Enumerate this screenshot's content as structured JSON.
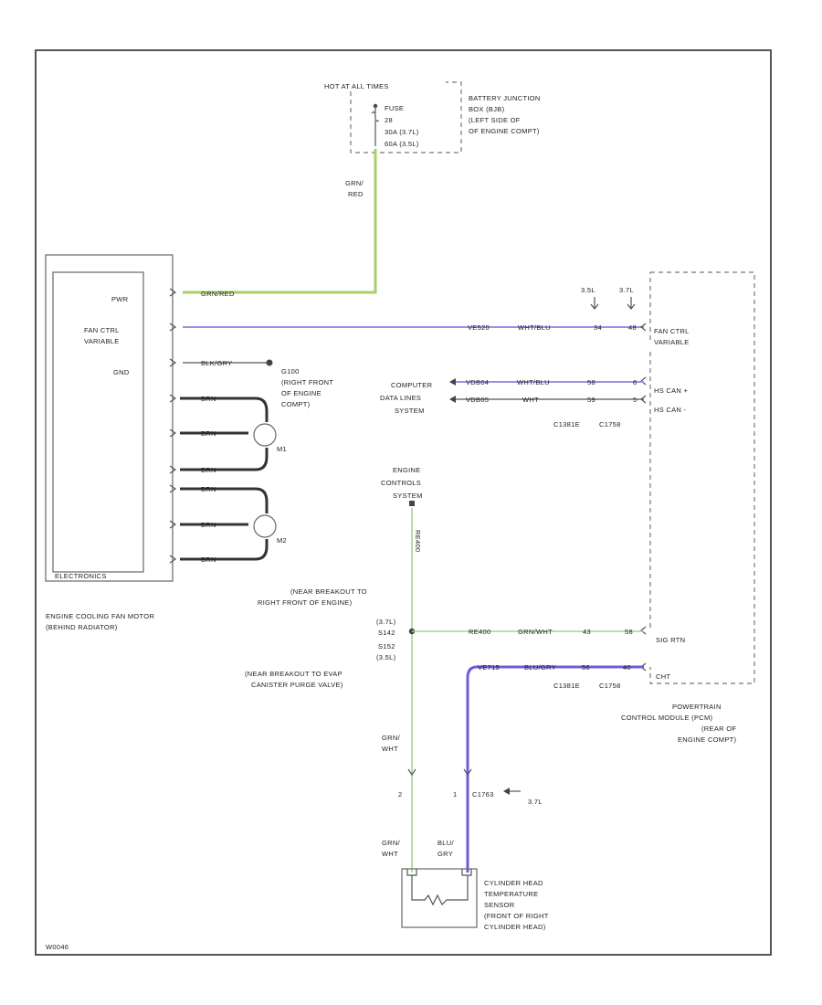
{
  "fuse": {
    "hot_label": "HOT AT ALL TIMES",
    "fuse_line": "FUSE",
    "fuse_no": "28",
    "rating1": "30A  (3.7L)",
    "rating2": "60A  (3.5L)",
    "location": [
      "BATTERY JUNCTION",
      "BOX (BJB)",
      "(LEFT SIDE OF",
      "OF ENGINE COMPT)"
    ]
  },
  "wire_grnred": [
    "GRN/",
    "RED"
  ],
  "fan_motor": {
    "pins": [
      "PWR",
      "FAN CTRL VARIABLE",
      "GND"
    ],
    "pin_fan_ctrl_line1": "FAN CTRL",
    "pin_fan_ctrl_line2": "VARIABLE",
    "wire_power": "GRN/RED",
    "wire_gnd": "BLK/GRY",
    "wire_motor": "BRN",
    "electronics": "ELECTRONICS",
    "name": [
      "ENGINE COOLING FAN MOTOR",
      "(BEHIND RADIATOR)"
    ]
  },
  "ground": {
    "id": "G100",
    "desc": [
      "(RIGHT FRONT",
      "OF ENGINE",
      "COMPT)"
    ]
  },
  "motors": {
    "m1": "M1",
    "m2": "M2"
  },
  "pcm": {
    "conn_a": "3.5L",
    "conn_b": "3.7L",
    "fan_ctrl_line1": "FAN CTRL",
    "fan_ctrl_line2": "VARIABLE",
    "hs_can_plus": "HS CAN +",
    "hs_can_minus": "HS CAN -",
    "signal_rtn": "SIG RTN",
    "cht": "CHT",
    "connectors": [
      "C1381E",
      "C1758"
    ],
    "name": [
      "POWERTRAIN",
      "CONTROL MODULE (PCM)",
      "(REAR OF",
      "ENGINE COMPT)"
    ]
  },
  "fan_ctrl_wire": {
    "circuit": "VE520",
    "color": "WHT/BLU",
    "pin_a": "34",
    "pin_b": "48"
  },
  "data_lines": {
    "label": [
      "COMPUTER",
      "DATA LINES",
      "SYSTEM"
    ],
    "w1": {
      "circuit": "VDB04",
      "color": "WHT/BLU",
      "pin_a": "58",
      "pin_b": "6"
    },
    "w2": {
      "circuit": "VDB05",
      "color": "WHT",
      "pin_a": "59",
      "pin_b": "5"
    }
  },
  "engine_controls": [
    "ENGINE",
    "CONTROLS",
    "SYSTEM"
  ],
  "sig_rtn_circuit": "RE400",
  "splice": {
    "note1": [
      "(NEAR BREAKOUT TO",
      "RIGHT FRONT OF ENGINE)"
    ],
    "id1_cond": "(3.7L)",
    "id1": "S142",
    "id2": "S152",
    "id2_cond": "(3.5L)",
    "note2": [
      "(NEAR BREAKOUT TO EVAP",
      "CANISTER PURGE VALVE)"
    ]
  },
  "sig_rtn_wire": {
    "circuit": "RE400",
    "color": "GRN/WHT",
    "pin_a": "43",
    "pin_b": "58"
  },
  "cht_wire": {
    "circuit": "VE715",
    "color": "BLU/GRY",
    "pin_a": "56",
    "pin_b": "40"
  },
  "sensor_wires": {
    "left": [
      "GRN/",
      "WHT"
    ],
    "pin_left": "2",
    "pin_right": "1",
    "connector": "C1763",
    "engine": "3.7L",
    "left2": [
      "GRN/",
      "WHT"
    ],
    "right2": [
      "BLU/",
      "GRY"
    ]
  },
  "sensor": {
    "name": [
      "CYLINDER HEAD",
      "TEMPERATURE",
      "SENSOR",
      "(FRONT OF RIGHT",
      "CYLINDER HEAD)"
    ]
  },
  "footer_id": "W0046",
  "colors": {
    "grn_red": "#a8cf6a",
    "wht_blu": "#9b8fe6",
    "blu_gry": "#6a5fd8",
    "grn_wht": "#9ed88a",
    "brn": "#333333"
  }
}
